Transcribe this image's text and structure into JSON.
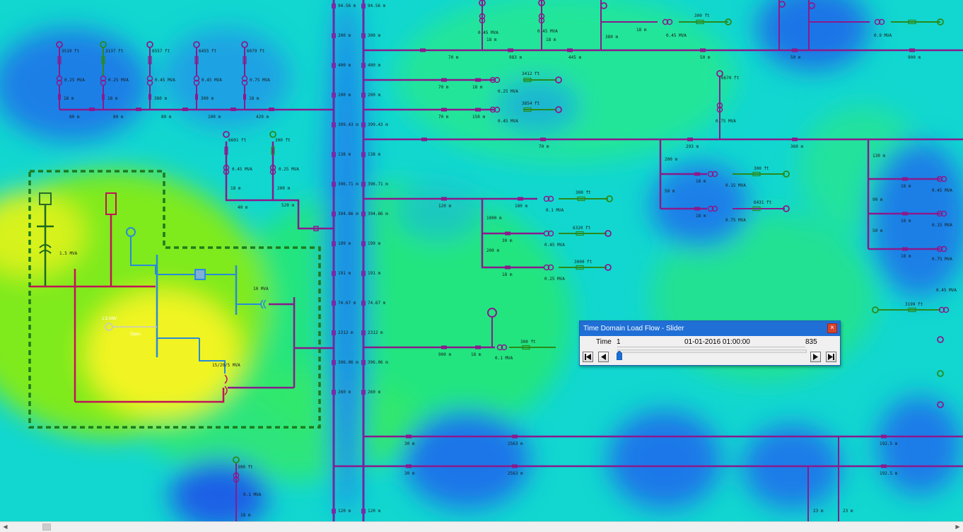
{
  "slider_dialog": {
    "title": "Time Domain Load Flow - Slider",
    "time_label": "Time",
    "current_value": "1",
    "timestamp": "01-01-2016 01:00:00",
    "max_value": "835",
    "position_fraction": 0.0,
    "buttons": [
      "first-icon",
      "previous-icon",
      "next-icon",
      "last-icon"
    ]
  },
  "colors": {
    "bus": "#8a1a8c",
    "feeder": "#4b2aa0",
    "energized": "#2a8a1a",
    "source": "#2a8ad8",
    "open_element": "#c8c8c8",
    "heatmap_low": "#1f6fe8",
    "heatmap_mid": "#15e6a0",
    "heatmap_high": "#f4f020",
    "title_bar": "#1f6fd6"
  },
  "main_bus": {
    "labels_left": [
      "94.56 m",
      "200 m",
      "400 m",
      "200 m",
      "399.43 m",
      "138 m",
      "396.71 m",
      "394.86 m",
      "199 m",
      "191 m",
      "74.67 m",
      "2312 m",
      "396.06 m",
      "260 m",
      "120 m"
    ],
    "labels_right": [
      "94.56 m",
      "300 m",
      "400 m",
      "200 m",
      "399.43 m",
      "138 m",
      "396.71 m",
      "394.86 m",
      "199 m",
      "191 m",
      "74.67 m",
      "2312 m",
      "396.06 m",
      "260 m",
      "120 m"
    ]
  },
  "top_left_laterals": {
    "lengths": [
      "3519 ft",
      "3137 ft",
      "6557 ft",
      "6455 ft",
      "6079 ft"
    ],
    "ratings": [
      "0.25 MVA",
      "0.25 MVA",
      "0.45 MVA",
      "0.45 MVA",
      "0.75 MVA"
    ],
    "drops": [
      "18 m",
      "18 m",
      "380 m",
      "300 m",
      "18 m"
    ],
    "segments": [
      "80 m",
      "80 m",
      "80 m",
      "100 m",
      "420 m"
    ]
  },
  "mid_left_laterals": {
    "lengths": [
      "6601 ft",
      "300 ft"
    ],
    "ratings": [
      "0.45 MVA",
      "0.25 MVA"
    ],
    "drops": [
      "18 m",
      "200 m"
    ],
    "segments": [
      "40 m",
      "520 m"
    ]
  },
  "substation": {
    "rating_main": "1.5 MVA",
    "rating_tx2": "10 MVA",
    "rating_tx3": "15/20/5 MVA",
    "switch_status": "Open",
    "source_label": "1.5 MW"
  },
  "right_upper_feeders": {
    "top_labels": [
      "0.45 MVA",
      "0.45 MVA",
      "0.45 MVA",
      "0.9 MVA",
      "300 ft"
    ],
    "top_drops": [
      "18 m",
      "18 m",
      "380 m",
      "18 m"
    ],
    "top_segments": [
      "70 m",
      "983 m",
      "445 m",
      "50 m",
      "50 m",
      "900 m"
    ],
    "lateral1": {
      "seg": [
        "70 m",
        "18 m"
      ],
      "length": "3412 ft",
      "rating": "0.25 MVA"
    },
    "lateral2": {
      "seg": [
        "70 m",
        "150 m"
      ],
      "length": "3854 ft",
      "rating": "0.45 MVA"
    },
    "trunk": [
      "70 m",
      "293 m",
      "360 m"
    ],
    "riser": {
      "length": "6670 ft",
      "rating": "0.75 MVA"
    },
    "branchA": {
      "seg": [
        "200 m",
        "18 m"
      ],
      "length": "300 ft",
      "rating": "0.15 MVA"
    },
    "branchB": {
      "seg": [
        "50 m",
        "18 m"
      ],
      "length": "6431 ft",
      "rating": "0.75 MVA"
    },
    "far_right": {
      "seg": [
        "130 m",
        "90 m",
        "50 m",
        "18 m",
        "18 m",
        "18 m"
      ],
      "ratings": [
        "0.45 MVA",
        "0.15 MVA",
        "0.75 MVA",
        "0.45 MVA"
      ],
      "length": "3199 ft"
    }
  },
  "mid_feeder": {
    "seg": [
      "120 m",
      "180 m"
    ],
    "rating": "0.1 MVA",
    "length": "300 ft",
    "sub_seg": [
      "1000 m",
      "30 m",
      "200 m",
      "18 m"
    ],
    "sub_ratings": [
      "0.45 MVA",
      "0.25 MVA"
    ],
    "sub_lengths": [
      "6320 ft",
      "3000 ft"
    ]
  },
  "lower_feeder": {
    "seg": [
      "900 m",
      "18 m"
    ],
    "length": "300 ft",
    "rating": "0.1 MVA"
  },
  "bottom_feeders": {
    "row1": [
      "30 m",
      "2563 m",
      "192.5 m"
    ],
    "row2": [
      "30 m",
      "2563 m",
      "192.5 m"
    ],
    "bottom_marks": [
      "23 m",
      "23 m"
    ]
  },
  "bottom_left_lateral": {
    "length": "300 ft",
    "rating": "0.1 MVA",
    "drop": "18 m"
  }
}
